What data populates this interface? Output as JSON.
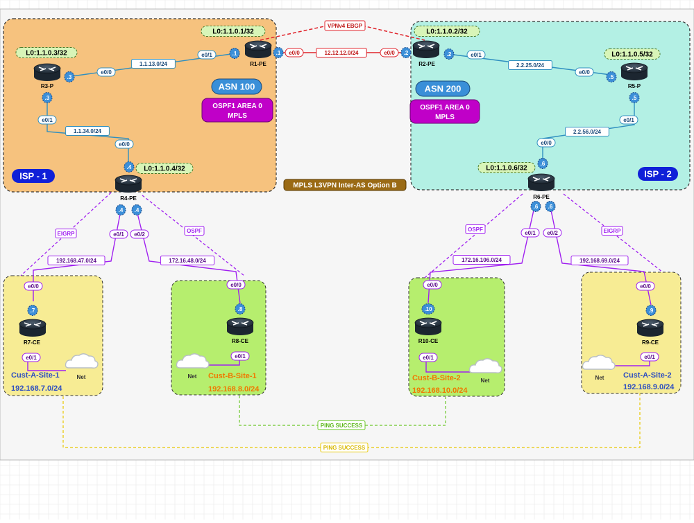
{
  "isp1": {
    "label": "ISP - 1",
    "asn": "ASN 100",
    "igp": "OSPF1 AREA 0",
    "mpls": "MPLS"
  },
  "isp2": {
    "label": "ISP - 2",
    "asn": "ASN 200",
    "igp": "OSPF1 AREA 0",
    "mpls": "MPLS"
  },
  "inter_as_label": "MPLS L3VPN Inter-AS Option B",
  "vpnv4_label": "VPNv4 EBGP",
  "routers": {
    "r1": {
      "name": "R1-PE",
      "loopback": "L0:1.1.0.1/32"
    },
    "r2": {
      "name": "R2-PE",
      "loopback": "L0:1.1.0.2/32"
    },
    "r3": {
      "name": "R3-P",
      "loopback": "L0:1.1.0.3/32"
    },
    "r4": {
      "name": "R4-PE",
      "loopback": "L0:1.1.0.4/32"
    },
    "r5": {
      "name": "R5-P",
      "loopback": "L0:1.1.0.5/32"
    },
    "r6": {
      "name": "R6-PE",
      "loopback": "L0:1.1.0.6/32"
    },
    "r7": {
      "name": "R7-CE"
    },
    "r8": {
      "name": "R8-CE"
    },
    "r9": {
      "name": "R9-CE"
    },
    "r10": {
      "name": "R10-CE"
    }
  },
  "subnets": {
    "r1_r3": "1.1.13.0/24",
    "r3_r4": "1.1.34.0/24",
    "r1_r2": "12.12.12.0/24",
    "r2_r5": "2.2.25.0/24",
    "r5_r6": "2.2.56.0/24",
    "r4_r7": "192.168.47.0/24",
    "r4_r8": "172.16.48.0/24",
    "r6_r10": "172.16.106.0/24",
    "r6_r9": "192.168.69.0/24"
  },
  "interfaces": {
    "e0_0": "e0/0",
    "e0_1": "e0/1",
    "e0_2": "e0/2"
  },
  "host_ids": {
    "d1": ".1",
    "d2": ".2",
    "d3": ".3",
    "d4": ".4",
    "d5": ".5",
    "d6": ".6",
    "d7": ".7",
    "d8": ".8",
    "d9": ".9",
    "d10": ".10"
  },
  "protocols": {
    "eigrp": "EIGRP",
    "ospf": "OSPF"
  },
  "sites": {
    "a1": {
      "name": "Cust-A-Site-1",
      "subnet": "192.168.7.0/24"
    },
    "b1": {
      "name": "Cust-B-Site-1",
      "subnet": "192.168.8.0/24"
    },
    "b2": {
      "name": "Cust-B-Site-2",
      "subnet": "192.168.10.0/24"
    },
    "a2": {
      "name": "Cust-A-Site-2",
      "subnet": "192.168.9.0/24"
    }
  },
  "cloud_label": "Net",
  "ping": {
    "b": "PING SUCCESS",
    "a": "PING SUCCESS"
  },
  "colors": {
    "isp1_fill": "#f6c27e",
    "isp2_fill": "#b3f0e4",
    "customer_a_fill": "#f7ec94",
    "customer_b_fill": "#b6ee6e",
    "link_blue": "#2f8fc0",
    "link_purple": "#a020f0",
    "ebgp_red": "#e0242c",
    "isp_badge": "#1020d8",
    "asn_badge": "#3a8fd8",
    "ospf_badge": "#c000c8",
    "inter_as_badge": "#9a6a14",
    "ping_a_line": "#e8c800",
    "ping_b_line": "#6cc82a"
  }
}
